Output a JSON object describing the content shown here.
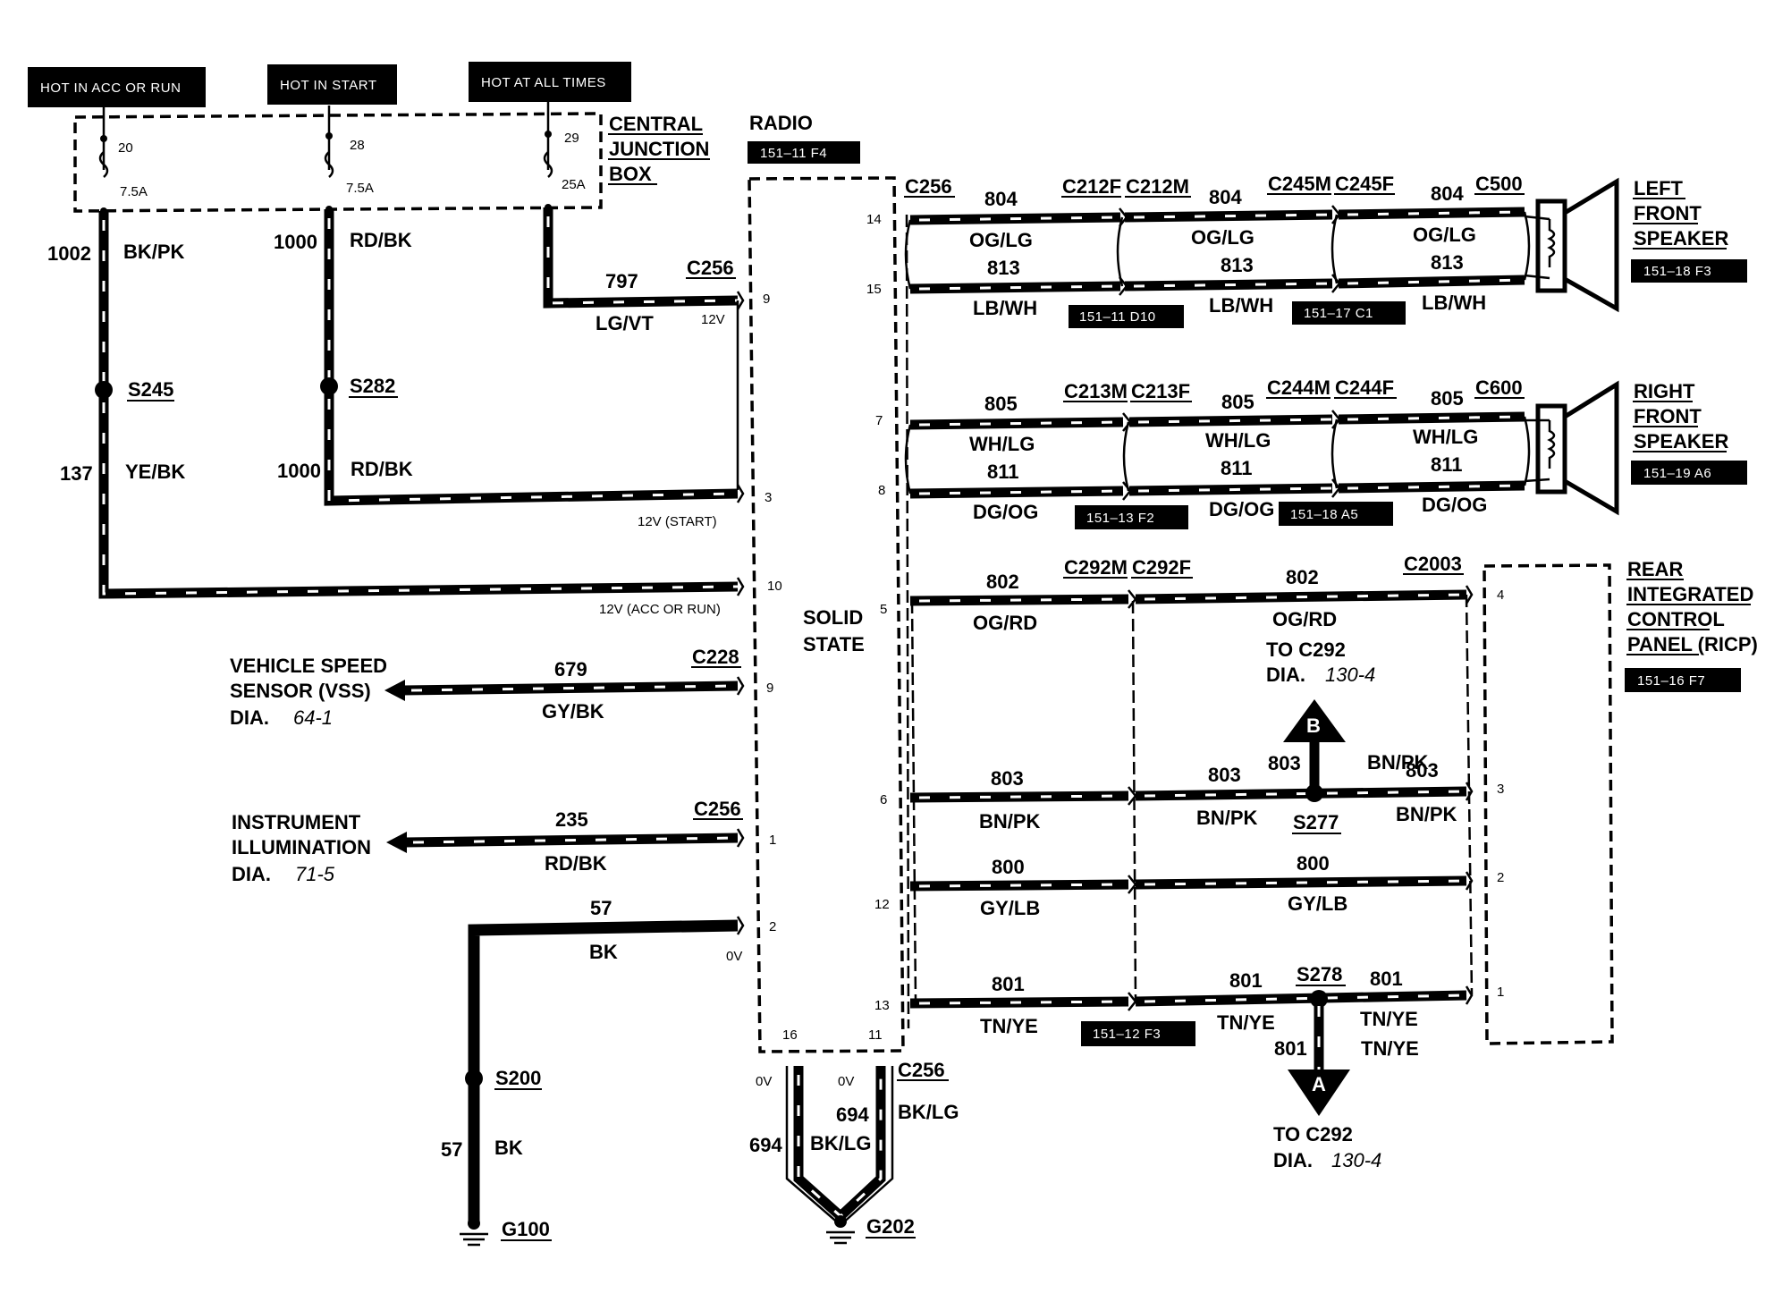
{
  "header_boxes": {
    "acc_run": "HOT IN ACC OR RUN",
    "start": "HOT IN START",
    "all_times": "HOT AT ALL TIMES"
  },
  "fuse_box": {
    "title_1": "CENTRAL",
    "title_2": "JUNCTION",
    "title_3": "BOX",
    "fuse_20": "20",
    "fuse_20_rating": "7.5A",
    "fuse_28": "28",
    "fuse_28_rating": "7.5A",
    "fuse_29": "29",
    "fuse_29_rating": "25A"
  },
  "radio": {
    "title": "RADIO",
    "ref": "151–11 F4",
    "solid_1": "SOLID",
    "solid_2": "STATE"
  },
  "left_wires": {
    "w1002": "1002",
    "w1002_color": "BK/PK",
    "w1000a": "1000",
    "w1000a_color": "RD/BK",
    "w797": "797",
    "w797_color": "LG/VT",
    "c256_top": "C256",
    "v12": "12V",
    "s245": "S245",
    "s282": "S282",
    "w137": "137",
    "w137_color": "YE/BK",
    "w1000b": "1000",
    "w1000b_color": "RD/BK",
    "v12_start": "12V (START)",
    "v12_accrun": "12V (ACC OR RUN)",
    "vss_1": "VEHICLE SPEED",
    "vss_2": "SENSOR (VSS)",
    "vss_dia": "DIA.",
    "vss_dia_num": "64-1",
    "w679": "679",
    "w679_color": "GY/BK",
    "c228": "C228",
    "ill_1": "INSTRUMENT",
    "ill_2": "ILLUMINATION",
    "ill_dia": "DIA.",
    "ill_dia_num": "71-5",
    "w235": "235",
    "w235_color": "RD/BK",
    "c256_mid": "C256",
    "w57": "57",
    "w57_color": "BK",
    "v0": "0V",
    "s200": "S200",
    "w57b": "57",
    "w57b_color": "BK",
    "g100": "G100"
  },
  "pins_left": [
    "9",
    "3",
    "10",
    "9",
    "1",
    "2"
  ],
  "pins_right": [
    "14",
    "15",
    "7",
    "8",
    "5",
    "6",
    "12",
    "13"
  ],
  "bottom": {
    "pin16": "16",
    "pin11": "11",
    "v0a": "0V",
    "v0b": "0V",
    "c256": "C256",
    "w694a": "694",
    "w694a_color": "BK/LG",
    "w694b": "694",
    "w694b_color": "BK/LG",
    "g202": "G202"
  },
  "left_speaker": {
    "c256": "C256",
    "w804a": "804",
    "c212f": "C212F",
    "c212m": "C212M",
    "w804b": "804",
    "c245m": "C245M",
    "c245f": "C245F",
    "w804c": "804",
    "c500": "C500",
    "og_lg_a": "OG/LG",
    "og_lg_b": "OG/LG",
    "og_lg_c": "OG/LG",
    "w813a": "813",
    "w813b": "813",
    "w813c": "813",
    "lb_wh_a": "LB/WH",
    "lb_wh_b": "LB/WH",
    "lb_wh_c": "LB/WH",
    "ref_a": "151–11 D10",
    "ref_b": "151–17 C1",
    "title_1": "LEFT",
    "title_2": "FRONT",
    "title_3": "SPEAKER",
    "ref": "151–18 F3"
  },
  "right_speaker": {
    "w805a": "805",
    "c213m": "C213M",
    "c213f": "C213F",
    "w805b": "805",
    "c244m": "C244M",
    "c244f": "C244F",
    "w805c": "805",
    "c600": "C600",
    "wh_lg_a": "WH/LG",
    "wh_lg_b": "WH/LG",
    "wh_lg_c": "WH/LG",
    "w811a": "811",
    "w811b": "811",
    "w811c": "811",
    "dg_og_a": "DG/OG",
    "dg_og_b": "DG/OG",
    "dg_og_c": "DG/OG",
    "ref_a": "151–13 F2",
    "ref_b": "151–18 A5",
    "title_1": "RIGHT",
    "title_2": "FRONT",
    "title_3": "SPEAKER",
    "ref": "151–19 A6"
  },
  "ricp": {
    "w802a": "802",
    "c292m": "C292M",
    "c292f": "C292F",
    "w802b": "802",
    "c2003": "C2003",
    "og_rd_a": "OG/RD",
    "og_rd_b": "OG/RD",
    "to_c292_b": "TO C292",
    "dia_b": "DIA.",
    "dia_b_num": "130-4",
    "marker_b": "B",
    "w803a": "803",
    "w803b": "803",
    "w803c": "803",
    "w803d": "803",
    "bn_pk_a": "BN/PK",
    "bn_pk_b": "BN/PK",
    "bn_pk_c": "BN/PK",
    "bn_pk_d": "BN/PK",
    "s277": "S277",
    "w800a": "800",
    "w800b": "800",
    "gy_lb_a": "GY/LB",
    "gy_lb_b": "GY/LB",
    "w801a": "801",
    "w801b": "801",
    "w801c": "801",
    "w801d": "801",
    "s278": "S278",
    "tn_ye_a": "TN/YE",
    "tn_ye_b": "TN/YE",
    "tn_ye_c": "TN/YE",
    "tn_ye_d": "TN/YE",
    "ref_801": "151–12 F3",
    "marker_a": "A",
    "to_c292_a": "TO C292",
    "dia_a": "DIA.",
    "dia_a_num": "130-4",
    "pin4": "4",
    "pin3": "3",
    "pin2": "2",
    "pin1": "1",
    "title_1": "REAR",
    "title_2": "INTEGRATED",
    "title_3": "CONTROL",
    "title_4": "PANEL (RICP)",
    "ref": "151–16 F7"
  }
}
